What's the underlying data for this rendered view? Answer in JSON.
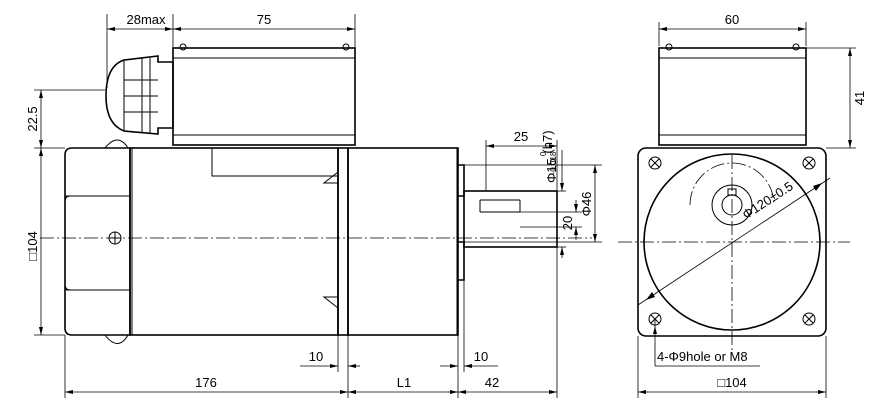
{
  "side_view": {
    "dim_28max": "28max",
    "dim_75": "75",
    "dim_22_5": "22.5",
    "dim_104_square": "□104",
    "dim_25": "25",
    "shaft_dia_symbol": "Φ15",
    "shaft_tol_upper": "0",
    "shaft_tol_lower": "-0.018",
    "shaft_fit": "(h7)",
    "dim_phi46": "Φ46",
    "dim_20": "20",
    "dim_10_left": "10",
    "dim_10_right": "10",
    "dim_176": "176",
    "dim_L1": "L1",
    "dim_42": "42"
  },
  "front_view": {
    "dim_60": "60",
    "dim_41": "41",
    "dim_phi120": "Φ120±0.5",
    "holes_note": "4-Φ9hole or M8",
    "dim_104_square": "□104"
  }
}
